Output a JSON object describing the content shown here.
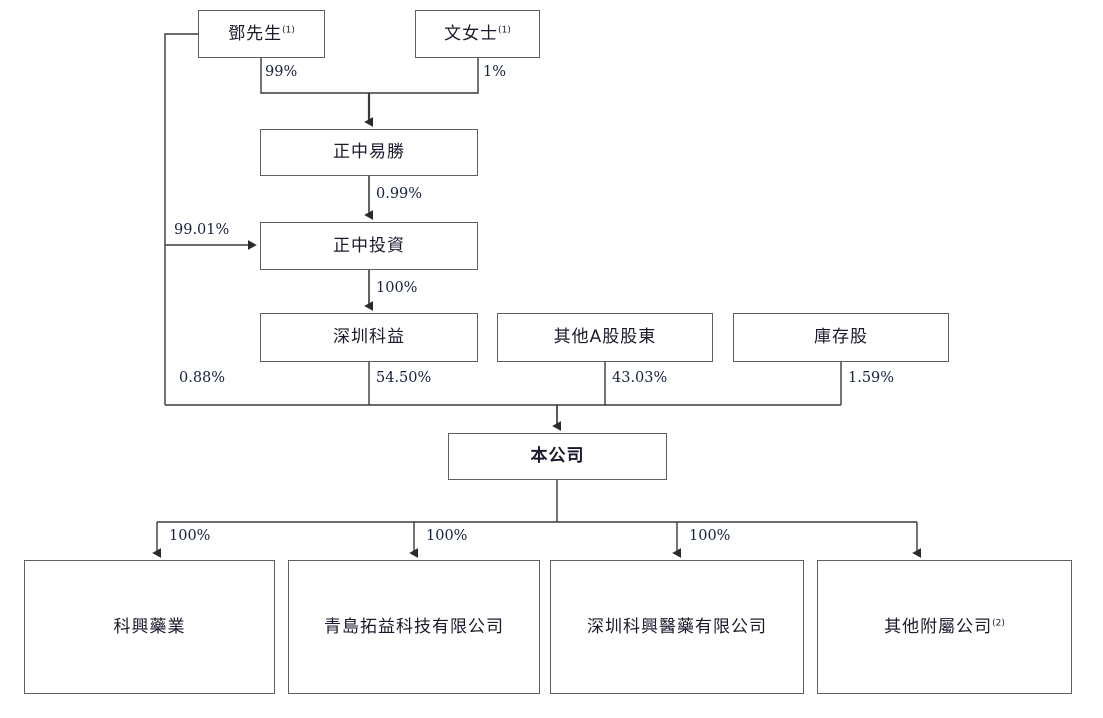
{
  "diagram": {
    "type": "organization-ownership-chart",
    "title": "",
    "nodes": [
      {
        "id": "deng",
        "label": "鄧先生",
        "sup": "(1)",
        "emphasis": false
      },
      {
        "id": "wen",
        "label": "文女士",
        "sup": "(1)",
        "emphasis": false
      },
      {
        "id": "zzys",
        "label": "正中易勝",
        "sup": "",
        "emphasis": false
      },
      {
        "id": "zztz",
        "label": "正中投資",
        "sup": "",
        "emphasis": false
      },
      {
        "id": "szky",
        "label": "深圳科益",
        "sup": "",
        "emphasis": false
      },
      {
        "id": "otherA",
        "label": "其他A股股東",
        "sup": "",
        "emphasis": false
      },
      {
        "id": "treasury",
        "label": "庫存股",
        "sup": "",
        "emphasis": false
      },
      {
        "id": "company",
        "label": "本公司",
        "sup": "",
        "emphasis": true
      },
      {
        "id": "kxyy",
        "label": "科興藥業",
        "sup": "",
        "emphasis": false
      },
      {
        "id": "qdty",
        "label": "青島拓益科技有限公司",
        "sup": "",
        "emphasis": false
      },
      {
        "id": "szkxyy",
        "label": "深圳科興醫藥有限公司",
        "sup": "",
        "emphasis": false
      },
      {
        "id": "othersubs",
        "label": "其他附屬公司",
        "sup": "(2)",
        "emphasis": false
      }
    ],
    "edges": [
      {
        "from": "deng",
        "to": "zzys",
        "label": "99%"
      },
      {
        "from": "wen",
        "to": "zzys",
        "label": "1%"
      },
      {
        "from": "zzys",
        "to": "zztz",
        "label": "0.99%"
      },
      {
        "from": "deng",
        "to": "zztz",
        "label": "99.01%"
      },
      {
        "from": "zztz",
        "to": "szky",
        "label": "100%"
      },
      {
        "from": "deng",
        "to": "company",
        "label": "0.88%"
      },
      {
        "from": "szky",
        "to": "company",
        "label": "54.50%"
      },
      {
        "from": "otherA",
        "to": "company",
        "label": "43.03%"
      },
      {
        "from": "treasury",
        "to": "company",
        "label": "1.59%"
      },
      {
        "from": "company",
        "to": "kxyy",
        "label": "100%"
      },
      {
        "from": "company",
        "to": "qdty",
        "label": "100%"
      },
      {
        "from": "company",
        "to": "szkxyy",
        "label": "100%"
      },
      {
        "from": "company",
        "to": "othersubs",
        "label": ""
      }
    ],
    "colors": {
      "box_border": "#5f5f5f",
      "line": "#3a3a3a",
      "text": "#1a1a2e",
      "background": "#ffffff"
    }
  }
}
